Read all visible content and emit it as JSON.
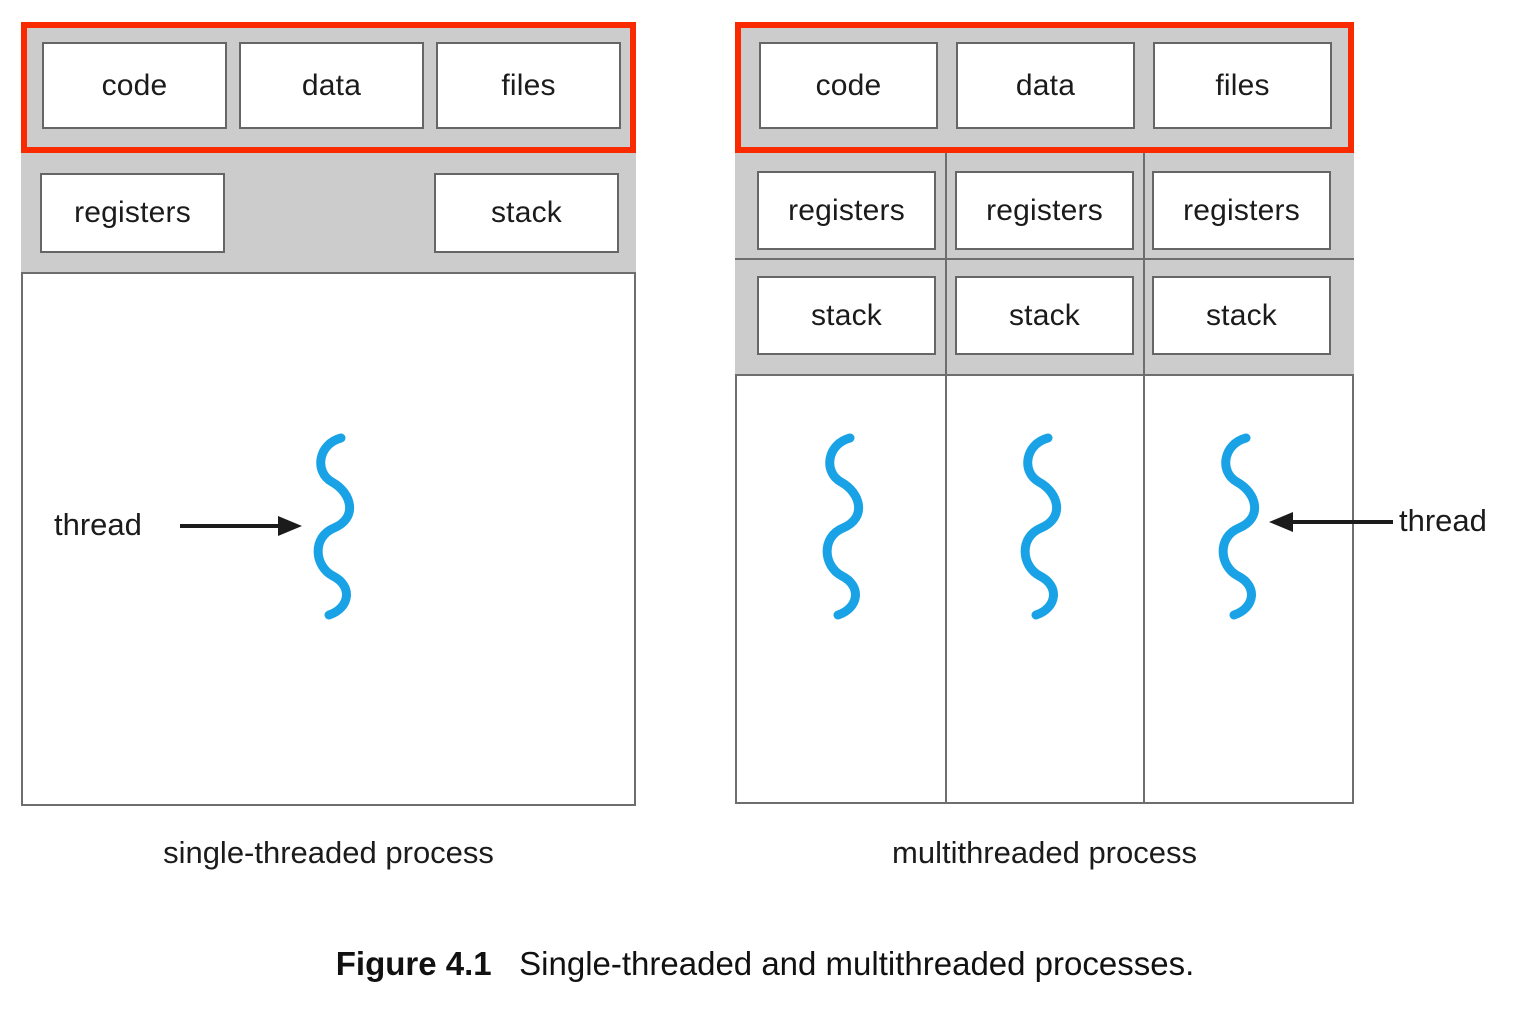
{
  "figure": {
    "number": "Figure 4.1",
    "caption": "Single-threaded and multithreaded processes.",
    "colors": {
      "highlight_red": "#f92a00",
      "shade_gray": "#cccccc",
      "thread_blue": "#19a3e6",
      "border_gray": "#6e6e6e"
    }
  },
  "single_threaded": {
    "caption": "single-threaded process",
    "shared_row": {
      "highlighted": true,
      "cells": [
        "code",
        "data",
        "files"
      ]
    },
    "thread_row": {
      "cells": [
        "registers",
        "stack"
      ]
    },
    "threads": [
      {
        "label": "thread",
        "arrow": "right"
      }
    ]
  },
  "multithreaded": {
    "caption": "multithreaded process",
    "shared_row": {
      "highlighted": true,
      "cells": [
        "code",
        "data",
        "files"
      ]
    },
    "registers_row": {
      "cells": [
        "registers",
        "registers",
        "registers"
      ]
    },
    "stack_row": {
      "cells": [
        "stack",
        "stack",
        "stack"
      ]
    },
    "threads": [
      {
        "label": "",
        "arrow": "none"
      },
      {
        "label": "",
        "arrow": "none"
      },
      {
        "label": "thread",
        "arrow": "left"
      }
    ]
  }
}
